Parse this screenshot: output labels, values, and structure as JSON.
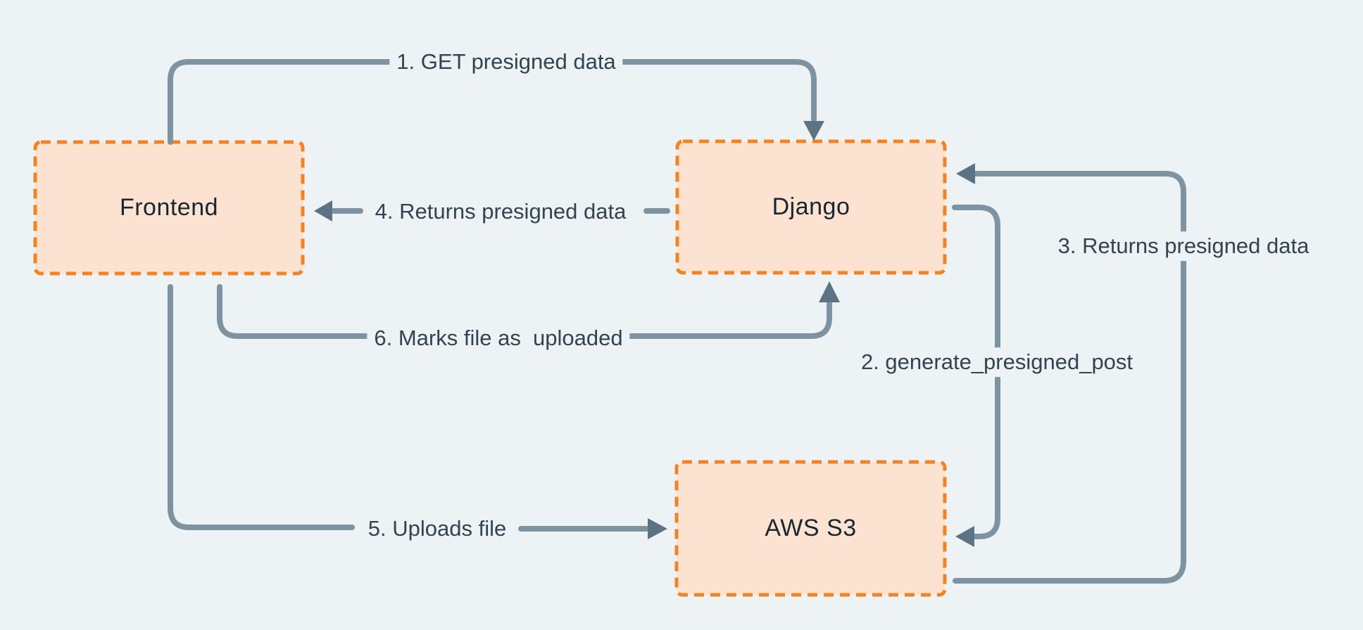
{
  "colors": {
    "background": "#edf2f5",
    "box_fill": "#fce3d1",
    "box_border": "#f5821f",
    "line": "#7e93a2",
    "arrowhead": "#5d7383",
    "edge_text": "#32444f",
    "node_text": "#1a2632"
  },
  "nodes": [
    {
      "id": "frontend",
      "label": "Frontend"
    },
    {
      "id": "django",
      "label": "Django"
    },
    {
      "id": "aws-s3",
      "label": "AWS S3"
    }
  ],
  "edges": [
    {
      "id": "1",
      "label": "1. GET presigned data",
      "from": "frontend",
      "to": "django"
    },
    {
      "id": "2",
      "label": "2. generate_presigned_post",
      "from": "django",
      "to": "aws-s3"
    },
    {
      "id": "3",
      "label": "3. Returns presigned data",
      "from": "aws-s3",
      "to": "django"
    },
    {
      "id": "4",
      "label": "4. Returns presigned data",
      "from": "django",
      "to": "frontend"
    },
    {
      "id": "5",
      "label": "5. Uploads file",
      "from": "frontend",
      "to": "aws-s3"
    },
    {
      "id": "6",
      "label": "6. Marks file as  uploaded",
      "from": "frontend",
      "to": "django"
    }
  ]
}
